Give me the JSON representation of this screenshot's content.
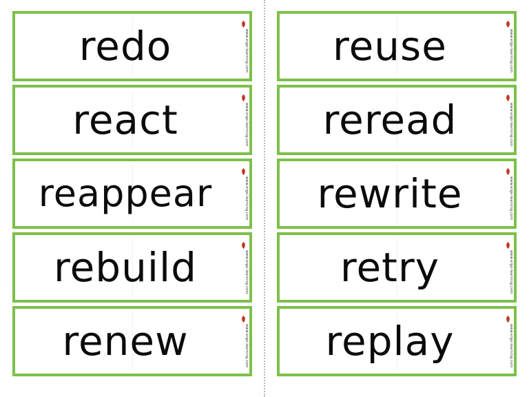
{
  "website": "www.ergo-learning.com",
  "colors": {
    "card_border": "#7cc04a",
    "text": "#0b0b0b",
    "logo": "#d2452b"
  },
  "cards": {
    "left": [
      {
        "word": "redo"
      },
      {
        "word": "react"
      },
      {
        "word": "reappear"
      },
      {
        "word": "rebuild"
      },
      {
        "word": "renew"
      }
    ],
    "right": [
      {
        "word": "reuse"
      },
      {
        "word": "reread"
      },
      {
        "word": "rewrite"
      },
      {
        "word": "retry"
      },
      {
        "word": "replay"
      }
    ]
  }
}
